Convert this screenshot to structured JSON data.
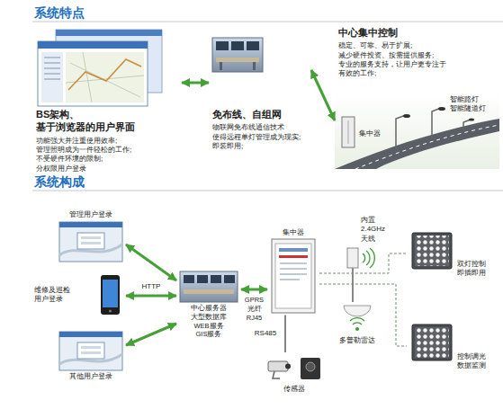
{
  "diagram": {
    "nodes": [
      {
        "text": [
          "BS架构、基于浏览器的用户界面",
          "功能强大并注重使用效率; 管理照明成为一件轻松的工作; 不受硬件环境的限制; 分权限用户登录"
        ]
      },
      {
        "text": [
          "免布线、自组网",
          "物联网免布线通信技术 使得远程单灯管理成为现实; 即装即用;"
        ]
      },
      {
        "text": [
          "中心集中控制",
          "稳定、可靠、易于扩展; 减少硬件投资、按需提供服务; 专业的服务支持，让用户更专注于 有效的工作;"
        ]
      },
      {
        "text": [
          "集中器",
          "智能路灯 智能隧道灯"
        ]
      },
      {
        "text": [
          "管理用户登录"
        ]
      },
      {
        "text": [
          "维修及巡检 用户登录"
        ]
      },
      {
        "text": [
          "其他用户登录"
        ]
      },
      {
        "text": [
          "中心服务器 大型数据库 WEB服务 GIS服务"
        ]
      },
      {
        "text": [
          "集中器"
        ]
      },
      {
        "text": [
          "传感器"
        ]
      },
      {
        "text": [
          "多普勒雷达"
        ]
      },
      {
        "text": [
          "双灯控制 即插即用"
        ]
      },
      {
        "text": [
          "控制调光 数据监测"
        ]
      }
    ],
    "edges": [
      {
        "from": 0,
        "to": 1,
        "arrow": "both"
      },
      {
        "from": 1,
        "to": 3,
        "arrow": "both"
      },
      {
        "from": 4,
        "to": 7,
        "arrow": "both"
      },
      {
        "from": 5,
        "to": 7,
        "label": "HTTP",
        "arrow": "both"
      },
      {
        "from": 6,
        "to": 7,
        "arrow": "both"
      },
      {
        "from": 7,
        "to": 8,
        "label": "GPRS 光纤 RJ45",
        "arrow": "both"
      },
      {
        "from": 8,
        "to": 9,
        "label": "RS485",
        "arrow": "none"
      },
      {
        "from": 8,
        "to": 11,
        "arrow": "none"
      },
      {
        "from": 8,
        "to": 12,
        "arrow": "none"
      }
    ],
    "labels": [
      "系统特点",
      "系统构成",
      "内置 2.4GHz 天线"
    ]
  }
}
